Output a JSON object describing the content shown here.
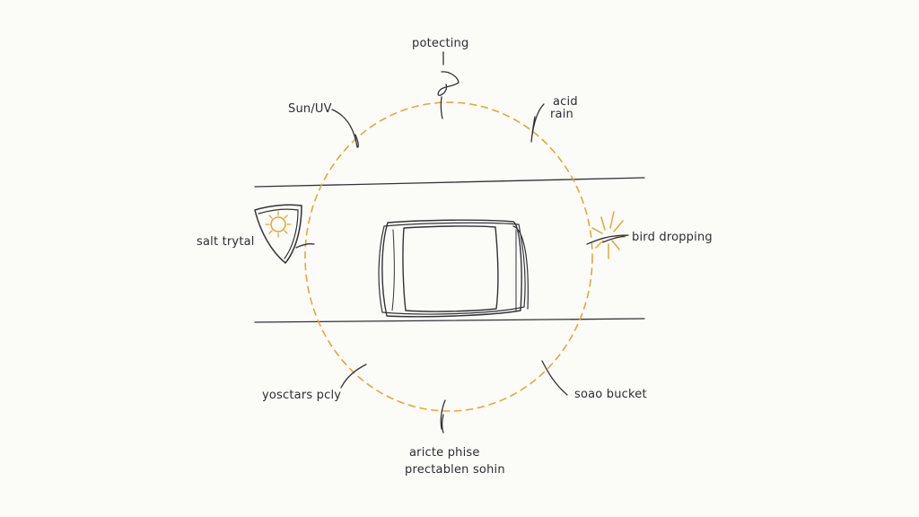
{
  "diagram": {
    "labels": {
      "top": "potecting",
      "top_left": "Sun/UV",
      "top_right_line1": "acid",
      "top_right_line2": "rain",
      "left": "salt trytal",
      "right": "bird dropping",
      "bottom_left": "yosctars pcly",
      "bottom_right": "soao bucket",
      "bottom_line1": "aricte phise",
      "bottom_line2": "prectablen sohin"
    },
    "icons": {
      "shield": "shield-sun-icon",
      "burst": "burst-icon",
      "car": "car-top-view-icon"
    },
    "colors": {
      "ink": "#333338",
      "accent": "#e0a93a",
      "background": "#fbfbf7"
    }
  }
}
